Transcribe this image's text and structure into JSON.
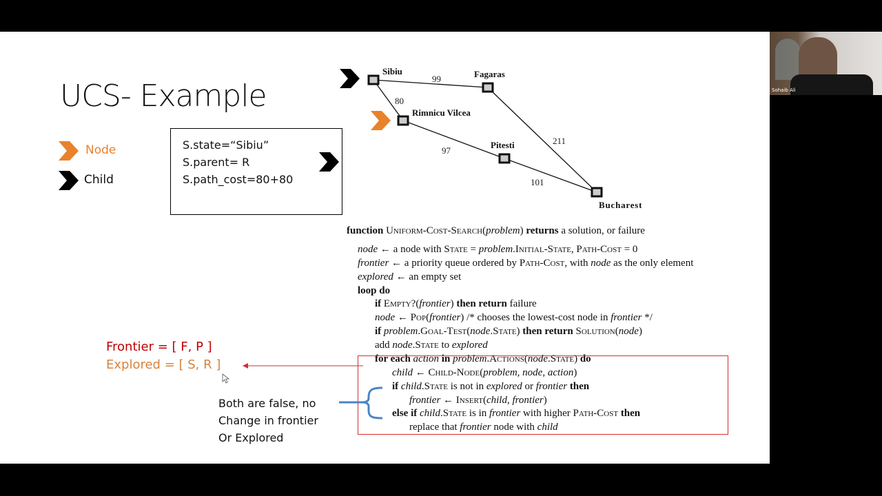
{
  "slide": {
    "title": "UCS- Example",
    "legend": [
      {
        "label": "Node",
        "color": "#e8822c",
        "icon": "chevron-right-icon"
      },
      {
        "label": "Child",
        "color": "#000000",
        "icon": "chevron-right-icon"
      }
    ],
    "state_box": {
      "lines": [
        "S.state=“Sibiu”",
        "S.parent= R",
        "S.path_cost=80+80"
      ]
    },
    "graph": {
      "nodes": [
        "Sibiu",
        "Fagaras",
        "Rimnicu Vilcea",
        "Pitesti",
        "Bucharest"
      ],
      "edges": [
        {
          "from": "Sibiu",
          "to": "Fagaras",
          "cost": "99"
        },
        {
          "from": "Sibiu",
          "to": "Rimnicu Vilcea",
          "cost": "80"
        },
        {
          "from": "Rimnicu Vilcea",
          "to": "Pitesti",
          "cost": "97"
        },
        {
          "from": "Fagaras",
          "to": "Bucharest",
          "cost": "211"
        },
        {
          "from": "Pitesti",
          "to": "Bucharest",
          "cost": "101"
        }
      ],
      "child_marker": "Sibiu",
      "node_marker": "Rimnicu Vilcea"
    },
    "frontier": "Frontier = [ F, P ]",
    "explored": "Explored = [ S, R ]",
    "note_lines": [
      "Both are false, no",
      "Change in frontier",
      "Or Explored"
    ],
    "colors": {
      "frontier": "#c00000",
      "explored": "#d9823c",
      "highlight_box": "#d03030",
      "brace": "#4a86c5"
    },
    "pseudocode": [
      [
        [
          "function ",
          "b"
        ],
        [
          "Uniform-Cost-Search",
          "sc"
        ],
        [
          "(",
          ""
        ],
        [
          "problem",
          "i"
        ],
        [
          ") ",
          ""
        ],
        [
          "returns",
          "b"
        ],
        [
          " a solution, or failure",
          ""
        ]
      ],
      [
        [
          "node",
          "i"
        ],
        [
          " ← a node with ",
          ""
        ],
        [
          "State",
          "sc"
        ],
        [
          " = ",
          ""
        ],
        [
          "problem",
          "i"
        ],
        [
          ".",
          ""
        ],
        [
          "Initial-State",
          "sc"
        ],
        [
          ", ",
          ""
        ],
        [
          "Path-Cost",
          "sc"
        ],
        [
          " = 0",
          ""
        ]
      ],
      [
        [
          "frontier",
          "i"
        ],
        [
          " ← a priority queue ordered by ",
          ""
        ],
        [
          "Path-Cost",
          "sc"
        ],
        [
          ", with ",
          ""
        ],
        [
          "node",
          "i"
        ],
        [
          " as the only element",
          ""
        ]
      ],
      [
        [
          "explored",
          "i"
        ],
        [
          " ← an empty set",
          ""
        ]
      ],
      [
        [
          "loop do",
          "b"
        ]
      ],
      [
        [
          "if ",
          "b"
        ],
        [
          "Empty?",
          "sc"
        ],
        [
          "(",
          ""
        ],
        [
          "frontier",
          "i"
        ],
        [
          ") ",
          ""
        ],
        [
          "then return",
          "b"
        ],
        [
          " failure",
          ""
        ]
      ],
      [
        [
          "node",
          "i"
        ],
        [
          " ← ",
          ""
        ],
        [
          "Pop",
          "sc"
        ],
        [
          "(",
          ""
        ],
        [
          "frontier",
          "i"
        ],
        [
          ")   /* chooses the lowest-cost node in ",
          ""
        ],
        [
          "frontier",
          "i"
        ],
        [
          " */",
          ""
        ]
      ],
      [
        [
          "if ",
          "b"
        ],
        [
          "problem",
          "i"
        ],
        [
          ".",
          ""
        ],
        [
          "Goal-Test",
          "sc"
        ],
        [
          "(",
          ""
        ],
        [
          "node",
          "i"
        ],
        [
          ".",
          ""
        ],
        [
          "State",
          "sc"
        ],
        [
          ") ",
          ""
        ],
        [
          "then return ",
          "b"
        ],
        [
          "Solution",
          "sc"
        ],
        [
          "(",
          ""
        ],
        [
          "node",
          "i"
        ],
        [
          ")",
          ""
        ]
      ],
      [
        [
          "add ",
          ""
        ],
        [
          "node",
          "i"
        ],
        [
          ".",
          ""
        ],
        [
          "State",
          "sc"
        ],
        [
          " to ",
          ""
        ],
        [
          "explored",
          "i"
        ]
      ],
      [
        [
          "for each ",
          "b"
        ],
        [
          "action",
          "i"
        ],
        [
          " in ",
          "b"
        ],
        [
          "problem",
          "i"
        ],
        [
          ".",
          ""
        ],
        [
          "Actions",
          "sc"
        ],
        [
          "(",
          ""
        ],
        [
          "node",
          "i"
        ],
        [
          ".",
          ""
        ],
        [
          "State",
          "sc"
        ],
        [
          ") ",
          ""
        ],
        [
          "do",
          "b"
        ]
      ],
      [
        [
          "child",
          "i"
        ],
        [
          " ← ",
          ""
        ],
        [
          "Child-Node",
          "sc"
        ],
        [
          "(",
          ""
        ],
        [
          "problem",
          "i"
        ],
        [
          ", ",
          ""
        ],
        [
          "node",
          "i"
        ],
        [
          ", ",
          ""
        ],
        [
          "action",
          "i"
        ],
        [
          ")",
          ""
        ]
      ],
      [
        [
          "if ",
          "b"
        ],
        [
          "child",
          "i"
        ],
        [
          ".",
          ""
        ],
        [
          "State",
          "sc"
        ],
        [
          " is not in ",
          ""
        ],
        [
          "explored",
          "i"
        ],
        [
          " or ",
          ""
        ],
        [
          "frontier",
          "i"
        ],
        [
          " then",
          "b"
        ]
      ],
      [
        [
          "frontier",
          "i"
        ],
        [
          " ← ",
          ""
        ],
        [
          "Insert",
          "sc"
        ],
        [
          "(",
          ""
        ],
        [
          "child",
          "i"
        ],
        [
          ", ",
          ""
        ],
        [
          "frontier",
          "i"
        ],
        [
          ")",
          ""
        ]
      ],
      [
        [
          "else if ",
          "b"
        ],
        [
          "child",
          "i"
        ],
        [
          ".",
          ""
        ],
        [
          "State",
          "sc"
        ],
        [
          " is in ",
          ""
        ],
        [
          "frontier",
          "i"
        ],
        [
          " with higher ",
          ""
        ],
        [
          "Path-Cost",
          "sc"
        ],
        [
          " then",
          "b"
        ]
      ],
      [
        [
          "replace that ",
          ""
        ],
        [
          "frontier",
          "i"
        ],
        [
          " node with ",
          ""
        ],
        [
          "child",
          "i"
        ]
      ]
    ]
  },
  "webcam": {
    "participant_name": "Sohaib Ali"
  }
}
